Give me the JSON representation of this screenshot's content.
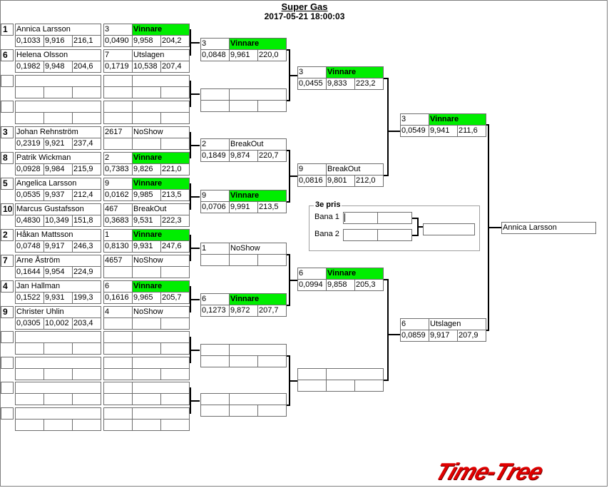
{
  "header": {
    "title": "Super Gas",
    "datetime": "2017-05-21 18:00:03"
  },
  "round1": [
    {
      "seed": "1",
      "name": "Annica Larsson",
      "rt": "0,1033",
      "et": "9,916",
      "speed": "216,1",
      "lane": "3",
      "status": "Vinnare",
      "rt2": "0,0490",
      "et2": "9,958",
      "speed2": "204,2",
      "winner": true
    },
    {
      "seed": "6",
      "name": "Helena Olsson",
      "rt": "0,1982",
      "et": "9,948",
      "speed": "204,6",
      "lane": "7",
      "status": "Utslagen",
      "rt2": "0,1719",
      "et2": "10,538",
      "speed2": "207,4",
      "winner": false
    },
    {
      "seed": "",
      "name": "",
      "rt": "",
      "et": "",
      "speed": "",
      "lane": "",
      "status": "",
      "rt2": "",
      "et2": "",
      "speed2": "",
      "winner": false
    },
    {
      "seed": "",
      "name": "",
      "rt": "",
      "et": "",
      "speed": "",
      "lane": "",
      "status": "",
      "rt2": "",
      "et2": "",
      "speed2": "",
      "winner": false
    },
    {
      "seed": "3",
      "name": "Johan Rehnström",
      "rt": "0,2319",
      "et": "9,921",
      "speed": "237,4",
      "lane": "2617",
      "status": "NoShow",
      "rt2": "",
      "et2": "",
      "speed2": "",
      "winner": false
    },
    {
      "seed": "8",
      "name": "Patrik Wickman",
      "rt": "0,0928",
      "et": "9,984",
      "speed": "215,9",
      "lane": "2",
      "status": "Vinnare",
      "rt2": "0,7383",
      "et2": "9,826",
      "speed2": "221,0",
      "winner": true
    },
    {
      "seed": "5",
      "name": "Angelica Larsson",
      "rt": "0,0535",
      "et": "9,937",
      "speed": "212,4",
      "lane": "9",
      "status": "Vinnare",
      "rt2": "0,0162",
      "et2": "9,985",
      "speed2": "213,5",
      "winner": true
    },
    {
      "seed": "10",
      "name": "Marcus Gustafsson",
      "rt": "0,4830",
      "et": "10,349",
      "speed": "151,8",
      "lane": "467",
      "status": "BreakOut",
      "rt2": "0,3683",
      "et2": "9,531",
      "speed2": "222,3",
      "winner": false
    },
    {
      "seed": "2",
      "name": "Håkan Mattsson",
      "rt": "0,0748",
      "et": "9,917",
      "speed": "246,3",
      "lane": "1",
      "status": "Vinnare",
      "rt2": "0,8130",
      "et2": "9,931",
      "speed2": "247,6",
      "winner": true
    },
    {
      "seed": "7",
      "name": "Arne Åström",
      "rt": "0,1644",
      "et": "9,954",
      "speed": "224,9",
      "lane": "4657",
      "status": "NoShow",
      "rt2": "",
      "et2": "",
      "speed2": "",
      "winner": false
    },
    {
      "seed": "4",
      "name": "Jan Hallman",
      "rt": "0,1522",
      "et": "9,931",
      "speed": "199,3",
      "lane": "6",
      "status": "Vinnare",
      "rt2": "0,1616",
      "et2": "9,965",
      "speed2": "205,7",
      "winner": true
    },
    {
      "seed": "9",
      "name": "Christer Uhlin",
      "rt": "0,0305",
      "et": "10,002",
      "speed": "203,4",
      "lane": "4",
      "status": "NoShow",
      "rt2": "",
      "et2": "",
      "speed2": "",
      "winner": false
    },
    {
      "seed": "",
      "name": "",
      "rt": "",
      "et": "",
      "speed": "",
      "lane": "",
      "status": "",
      "rt2": "",
      "et2": "",
      "speed2": "",
      "winner": false
    },
    {
      "seed": "",
      "name": "",
      "rt": "",
      "et": "",
      "speed": "",
      "lane": "",
      "status": "",
      "rt2": "",
      "et2": "",
      "speed2": "",
      "winner": false
    },
    {
      "seed": "",
      "name": "",
      "rt": "",
      "et": "",
      "speed": "",
      "lane": "",
      "status": "",
      "rt2": "",
      "et2": "",
      "speed2": "",
      "winner": false
    },
    {
      "seed": "",
      "name": "",
      "rt": "",
      "et": "",
      "speed": "",
      "lane": "",
      "status": "",
      "rt2": "",
      "et2": "",
      "speed2": "",
      "winner": false
    }
  ],
  "round2": [
    {
      "lane": "3",
      "status": "Vinnare",
      "rt": "0,0848",
      "et": "9,961",
      "speed": "220,0",
      "winner": true
    },
    {
      "lane": "",
      "status": "",
      "rt": "",
      "et": "",
      "speed": "",
      "winner": false
    },
    {
      "lane": "2",
      "status": "BreakOut",
      "rt": "0,1849",
      "et": "9,874",
      "speed": "220,7",
      "winner": false
    },
    {
      "lane": "9",
      "status": "Vinnare",
      "rt": "0,0706",
      "et": "9,991",
      "speed": "213,5",
      "winner": true
    },
    {
      "lane": "1",
      "status": "NoShow",
      "rt": "",
      "et": "",
      "speed": "",
      "winner": false
    },
    {
      "lane": "6",
      "status": "Vinnare",
      "rt": "0,1273",
      "et": "9,872",
      "speed": "207,7",
      "winner": true
    },
    {
      "lane": "",
      "status": "",
      "rt": "",
      "et": "",
      "speed": "",
      "winner": false
    },
    {
      "lane": "",
      "status": "",
      "rt": "",
      "et": "",
      "speed": "",
      "winner": false
    }
  ],
  "round3": [
    {
      "lane": "3",
      "status": "Vinnare",
      "rt": "0,0455",
      "et": "9,833",
      "speed": "223,2",
      "winner": true
    },
    {
      "lane": "9",
      "status": "BreakOut",
      "rt": "0,0816",
      "et": "9,801",
      "speed": "212,0",
      "winner": false
    },
    {
      "lane": "6",
      "status": "Vinnare",
      "rt": "0,0994",
      "et": "9,858",
      "speed": "205,3",
      "winner": true
    },
    {
      "lane": "",
      "status": "",
      "rt": "",
      "et": "",
      "speed": "",
      "winner": false
    }
  ],
  "round4": [
    {
      "lane": "3",
      "status": "Vinnare",
      "rt": "0,0549",
      "et": "9,941",
      "speed": "211,6",
      "winner": true
    },
    {
      "lane": "6",
      "status": "Utslagen",
      "rt": "0,0859",
      "et": "9,917",
      "speed": "207,9",
      "winner": false
    }
  ],
  "champion": "Annica Larsson",
  "third_place": {
    "title": "3e pris",
    "lane1_label": "Bana 1",
    "lane2_label": "Bana 2",
    "lane1_a": "",
    "lane1_b": "",
    "lane2_a": "",
    "lane2_b": "",
    "result": ""
  },
  "logo": "Time-Tree",
  "colors": {
    "winner": "#00ee00",
    "logo": "#e00000"
  }
}
